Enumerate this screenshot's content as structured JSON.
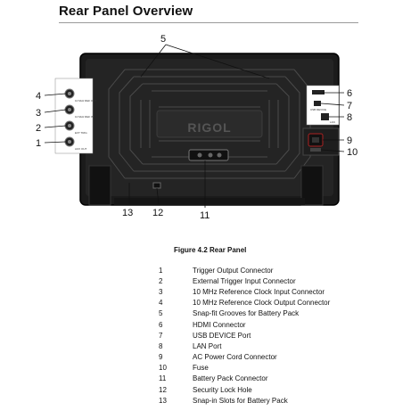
{
  "heading": "Rear Panel Overview",
  "brand_logo": "RIGOL",
  "callouts": [
    "1",
    "2",
    "3",
    "4",
    "5",
    "6",
    "7",
    "8",
    "9",
    "10",
    "11",
    "12",
    "13"
  ],
  "port_labels": {
    "connector_4": "10 MHz REF OUT",
    "connector_3": "10 MHz REF IN",
    "connector_2": "EXT TRIG",
    "connector_1": "AUX OUT",
    "usb": "USB DEVICE",
    "lan": "LAN"
  },
  "figure_caption": "Figure 4.2 Rear Panel",
  "legend": [
    {
      "num": "1",
      "desc": "Trigger Output Connector"
    },
    {
      "num": "2",
      "desc": "External Trigger Input Connector"
    },
    {
      "num": "3",
      "desc": "10 MHz Reference Clock Input Connector"
    },
    {
      "num": "4",
      "desc": "10 MHz Reference Clock Output Connector"
    },
    {
      "num": "5",
      "desc": "Snap-fit Grooves for Battery Pack"
    },
    {
      "num": "6",
      "desc": "HDMI Connector"
    },
    {
      "num": "7",
      "desc": "USB DEVICE Port"
    },
    {
      "num": "8",
      "desc": "LAN Port"
    },
    {
      "num": "9",
      "desc": "AC Power Cord Connector"
    },
    {
      "num": "10",
      "desc": "Fuse"
    },
    {
      "num": "11",
      "desc": "Battery Pack Connector"
    },
    {
      "num": "12",
      "desc": "Security Lock Hole"
    },
    {
      "num": "13",
      "desc": "Snap-in Slots for Battery Pack"
    }
  ]
}
